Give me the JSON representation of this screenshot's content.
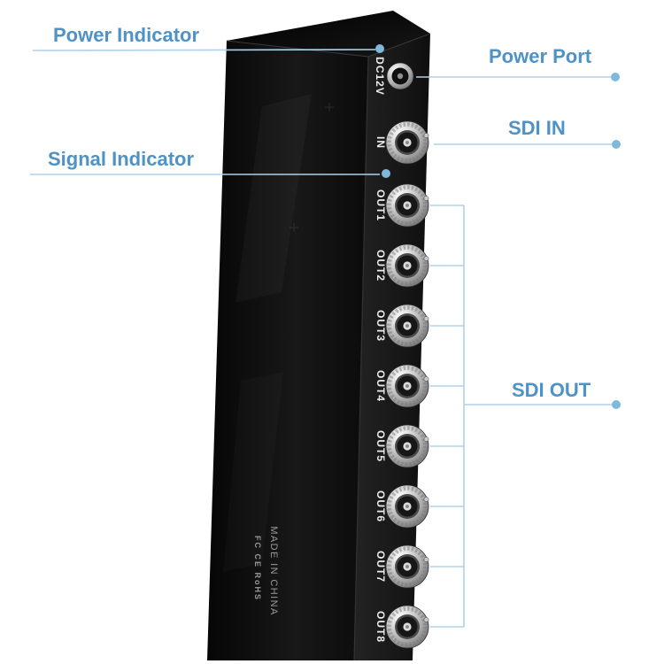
{
  "annotations": {
    "power_indicator": {
      "label": "Power Indicator"
    },
    "signal_indicator": {
      "label": "Signal Indicator"
    },
    "power_port": {
      "label": "Power Port"
    },
    "sdi_in": {
      "label": "SDI IN"
    },
    "sdi_out": {
      "label": "SDI OUT"
    }
  },
  "device": {
    "ports": {
      "power": {
        "label": "DC12V",
        "type": "dc-barrel-jack"
      },
      "input": {
        "label": "IN",
        "type": "bnc"
      },
      "outputs": [
        {
          "label": "OUT1"
        },
        {
          "label": "OUT2"
        },
        {
          "label": "OUT3"
        },
        {
          "label": "OUT4"
        },
        {
          "label": "OUT5"
        },
        {
          "label": "OUT6"
        },
        {
          "label": "OUT7"
        },
        {
          "label": "OUT8"
        }
      ]
    },
    "markings": {
      "cert": "FC CE RoHS",
      "made_in": "MADE IN CHINA"
    }
  },
  "colors": {
    "label_text": "#4e92c6",
    "callout_line": "#aed2ea",
    "callout_dot": "#7fb8dd",
    "port_label_text": "#ededed",
    "marking_text": "#9a9a9a",
    "background": "#ffffff"
  }
}
